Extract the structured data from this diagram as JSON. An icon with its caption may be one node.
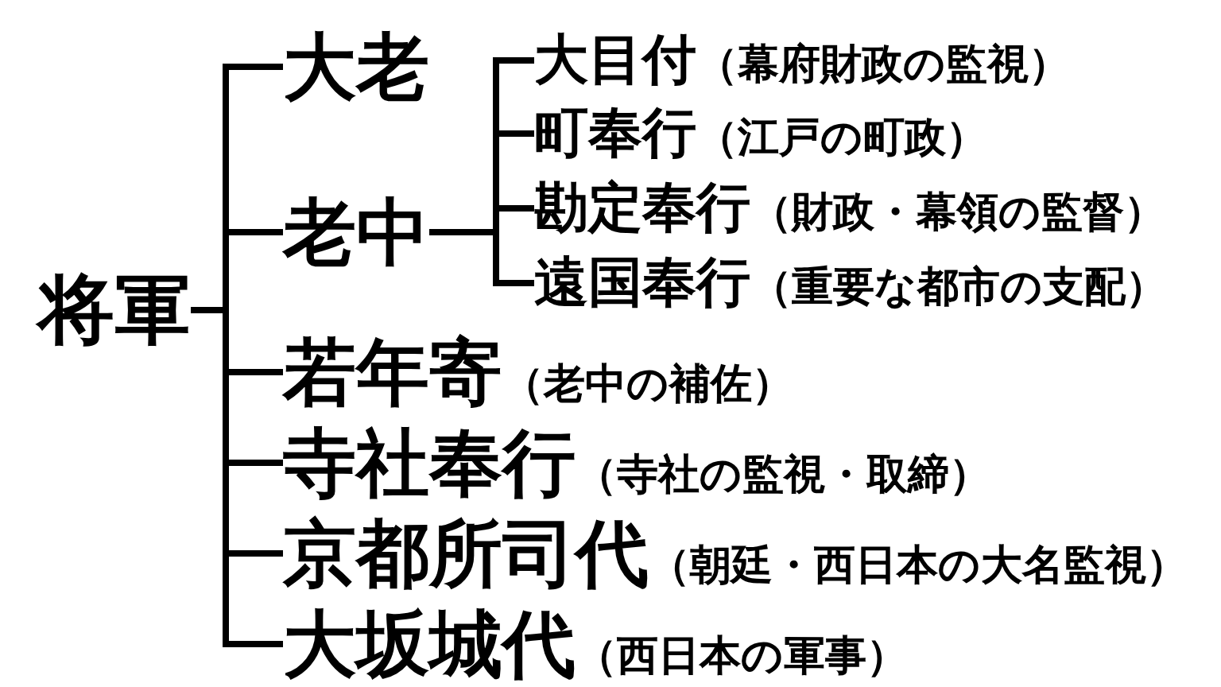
{
  "diagram": {
    "nodes": [
      {
        "text": [
          "将軍"
        ]
      },
      {
        "text": [
          "大老"
        ]
      },
      {
        "text": [
          "老中"
        ]
      },
      {
        "text": [
          "大目付"
        ],
        "beside": [
          "（幕府財政の監視）"
        ]
      },
      {
        "text": [
          "町奉行"
        ],
        "beside": [
          "（江戸の町政）"
        ]
      },
      {
        "text": [
          "勘定奉行"
        ],
        "beside": [
          "（財政・幕領の監督）"
        ]
      },
      {
        "text": [
          "遠国奉行"
        ],
        "beside": [
          "（重要な都市の支配）"
        ]
      },
      {
        "text": [
          "若年寄"
        ],
        "beside": [
          "（老中の補佐）"
        ]
      },
      {
        "text": [
          "寺社奉行"
        ],
        "beside": [
          "（寺社の監視・取締）"
        ]
      },
      {
        "text": [
          "京都所司代"
        ],
        "beside": [
          "（朝廷・西日本の大名監視）"
        ]
      },
      {
        "text": [
          "大坂城代"
        ],
        "beside": [
          "（西日本の軍事）"
        ]
      }
    ],
    "edges": [
      {
        "from": 0,
        "to": 1,
        "arrow": "none"
      },
      {
        "from": 0,
        "to": 2,
        "arrow": "none"
      },
      {
        "from": 2,
        "to": 3,
        "arrow": "none"
      },
      {
        "from": 2,
        "to": 4,
        "arrow": "none"
      },
      {
        "from": 2,
        "to": 5,
        "arrow": "none"
      },
      {
        "from": 2,
        "to": 6,
        "arrow": "none"
      },
      {
        "from": 0,
        "to": 7,
        "arrow": "none"
      },
      {
        "from": 0,
        "to": 8,
        "arrow": "none"
      },
      {
        "from": 0,
        "to": 9,
        "arrow": "none"
      },
      {
        "from": 0,
        "to": 10,
        "arrow": "none"
      }
    ]
  }
}
